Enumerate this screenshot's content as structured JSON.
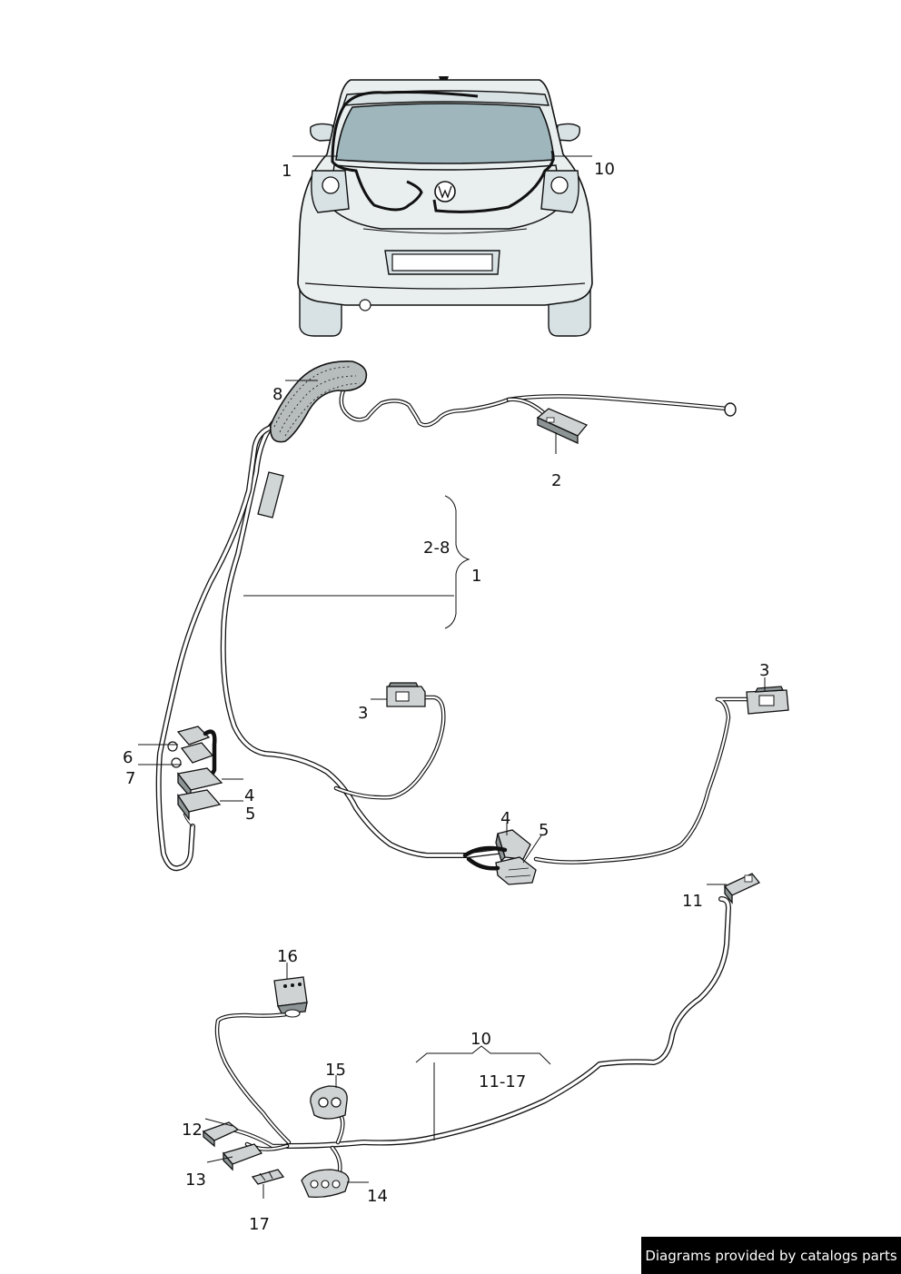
{
  "labels": {
    "car_1": "1",
    "car_10": "10",
    "l8": "8",
    "l2": "2",
    "range_2_8": "2-8",
    "l1": "1",
    "l3a": "3",
    "l3b": "3",
    "l6": "6",
    "l7": "7",
    "l4a": "4",
    "l5a": "5",
    "l4b": "4",
    "l5b": "5",
    "l11": "11",
    "l16": "16",
    "l10": "10",
    "range_11_17": "11-17",
    "l15": "15",
    "l12": "12",
    "l13": "13",
    "l14": "14",
    "l17": "17"
  },
  "watermark": "Diagrams provided by catalogs parts"
}
